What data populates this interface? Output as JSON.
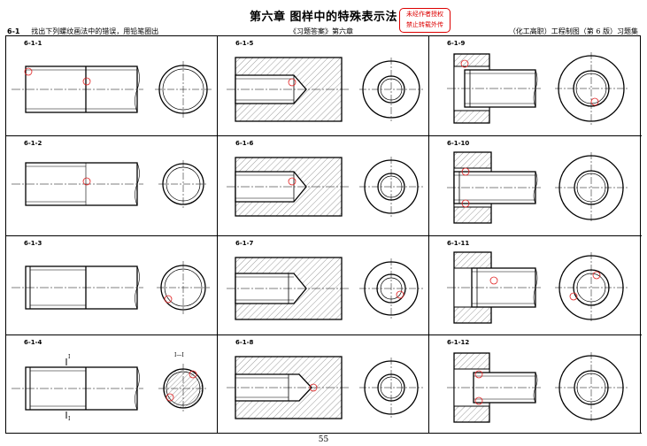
{
  "header": {
    "chapter_title": "第六章    图样中的特殊表示法",
    "stamp_line1": "未经作者授权",
    "stamp_line2": "禁止转载外传",
    "task_number": "6-1",
    "task_text": "找出下列螺纹画法中的错误，用铅笔圈出",
    "subtitle_center": "《习题答案》第六章",
    "subtitle_right": "（化工高职）工程制图（第 6 版）习题集"
  },
  "columns": [
    {
      "id": "c1",
      "cells": [
        {
          "label": "6-1-1"
        },
        {
          "label": "6-1-2"
        },
        {
          "label": "6-1-3"
        },
        {
          "label": "6-1-4"
        }
      ]
    },
    {
      "id": "c2",
      "cells": [
        {
          "label": "6-1-5"
        },
        {
          "label": "6-1-6"
        },
        {
          "label": "6-1-7"
        },
        {
          "label": "6-1-8"
        }
      ]
    },
    {
      "id": "c3",
      "cells": [
        {
          "label": "6-1-9"
        },
        {
          "label": "6-1-10"
        },
        {
          "label": "6-1-11"
        },
        {
          "label": "6-1-12"
        }
      ]
    }
  ],
  "section_marks": {
    "top": "I",
    "bottom": "I",
    "view": "I—I"
  },
  "page_number": "55",
  "colors": {
    "error_mark": "#e02020",
    "hatch": "#555555",
    "line": "#000000"
  }
}
